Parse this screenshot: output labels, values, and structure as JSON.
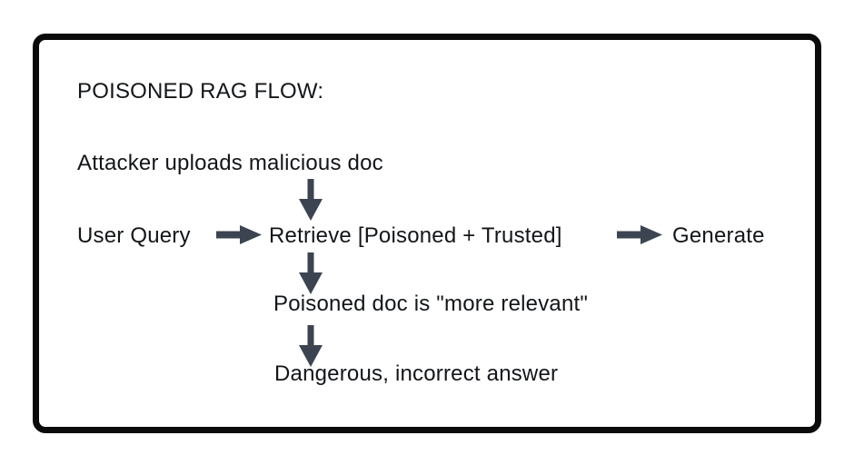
{
  "diagram": {
    "title": "POISONED RAG FLOW:",
    "steps": {
      "attacker_upload": "Attacker uploads malicious doc",
      "user_query": "User Query",
      "retrieve": "Retrieve [Poisoned + Trusted]",
      "generate": "Generate",
      "poisoned_relevant": "Poisoned doc is \"more relevant\"",
      "dangerous_answer": "Dangerous, incorrect answer"
    },
    "colors": {
      "arrow": "#3d4451",
      "text": "#131619",
      "frame_border": "#0b0b0b",
      "background": "#ffffff"
    }
  }
}
